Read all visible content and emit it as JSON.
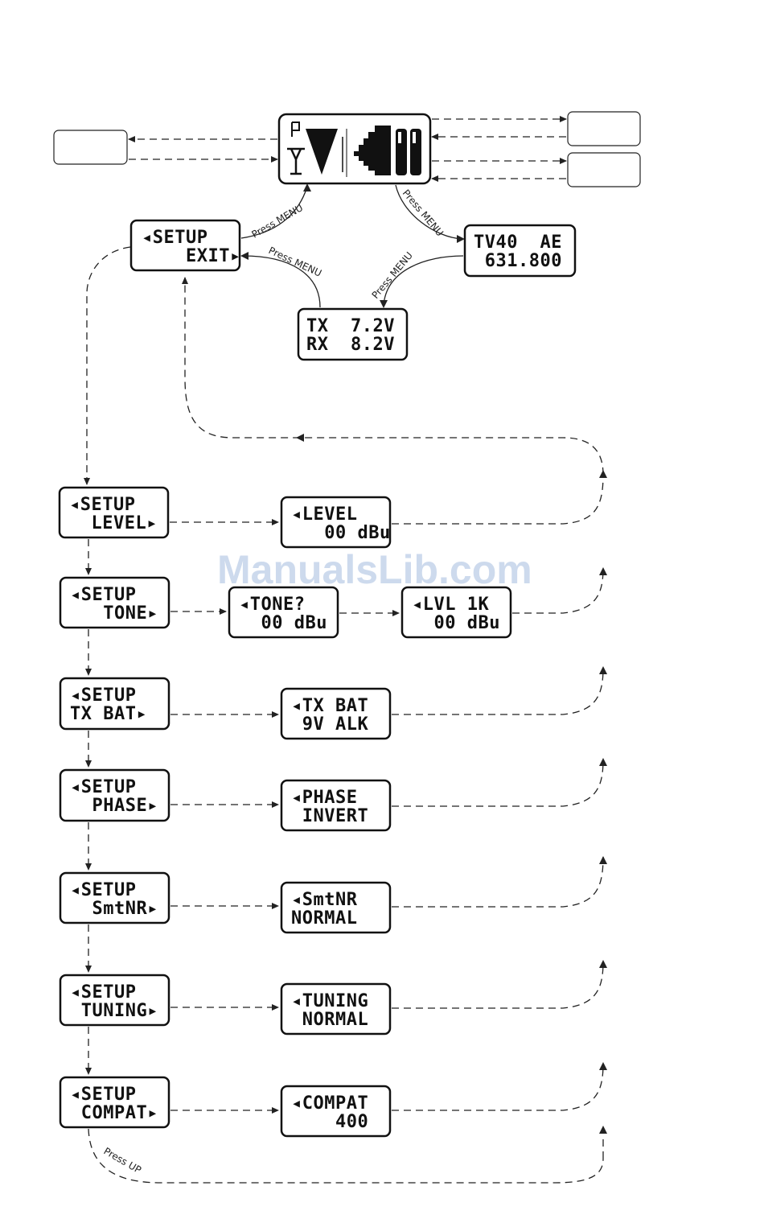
{
  "screens": {
    "setup_exit": [
      "◂SETUP",
      "    EXIT▸"
    ],
    "tv40": [
      "TV40  AE",
      " 631.800"
    ],
    "battery": [
      "TX  7.2V",
      "RX  8.2V"
    ],
    "setup_level": [
      "◂SETUP",
      "  LEVEL▸"
    ],
    "level": [
      "◂LEVEL",
      "   00 dBu"
    ],
    "setup_tone": [
      "◂SETUP",
      "   TONE▸"
    ],
    "tone": [
      "◂TONE?",
      "  00 dBu"
    ],
    "lvl1k": [
      "◂LVL 1K",
      "  00 dBu"
    ],
    "setup_txbat": [
      "◂SETUP",
      "TX BAT▸"
    ],
    "txbat": [
      "◂TX BAT",
      " 9V ALK"
    ],
    "setup_phase": [
      "◂SETUP",
      "  PHASE▸"
    ],
    "phase": [
      "◂PHASE",
      " INVERT"
    ],
    "setup_smtnr": [
      "◂SETUP",
      "  SmtNR▸"
    ],
    "smtnr": [
      "◂SmtNR",
      "NORMAL"
    ],
    "setup_tuning": [
      "◂SETUP",
      " TUNING▸"
    ],
    "tuning": [
      "◂TUNING",
      " NORMAL"
    ],
    "setup_compat": [
      "◂SETUP",
      " COMPAT▸"
    ],
    "compat": [
      "◂COMPAT",
      "    400"
    ]
  },
  "labels": {
    "press_menu": "Press MENU",
    "press_up": "Press UP"
  },
  "watermark": "ManualsLib.com",
  "main_display": {
    "icons": [
      "antenna-p-icon",
      "signal-level-icon",
      "audio-level-icon",
      "battery-icon"
    ]
  }
}
